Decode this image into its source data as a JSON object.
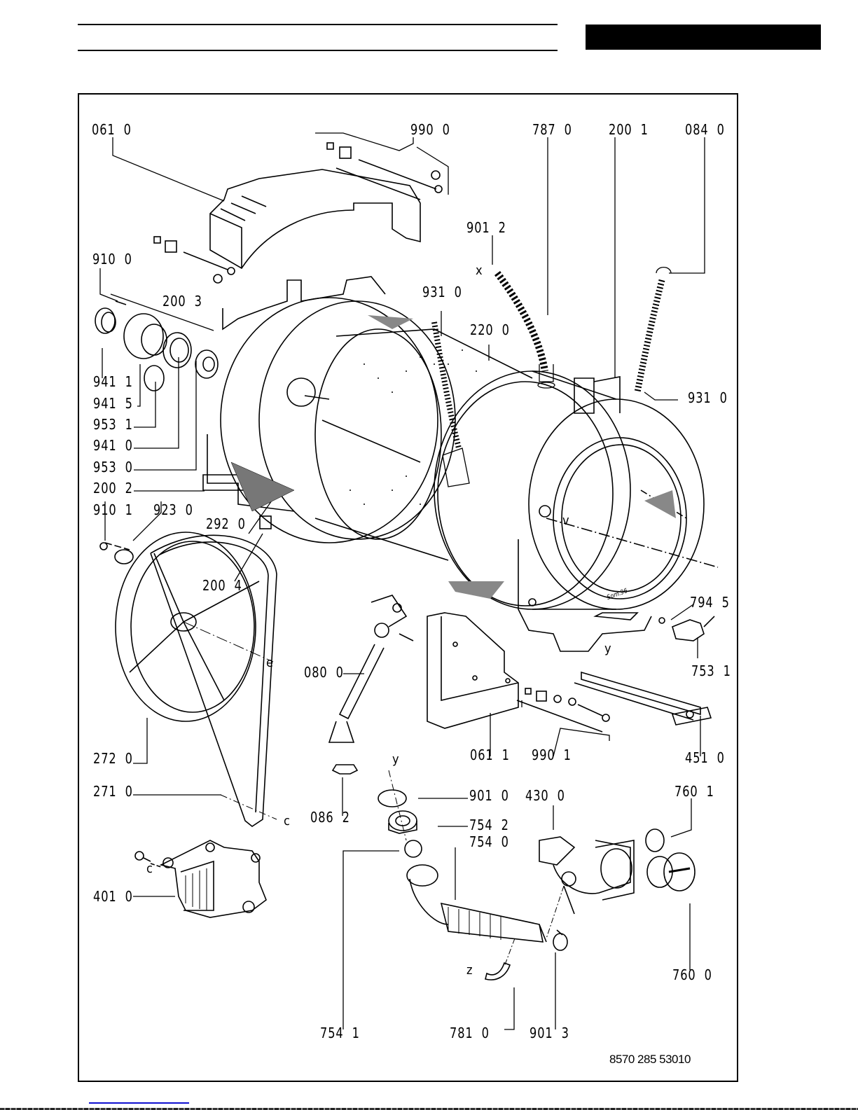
{
  "header": {
    "title_block": ""
  },
  "diagram": {
    "description": "Exploded parts diagram of washing machine tub, drum, motor and drain pump assembly",
    "part_labels": [
      {
        "id": "p0610",
        "text": "061  0"
      },
      {
        "id": "p9900",
        "text": "990  0"
      },
      {
        "id": "p7870",
        "text": "787  0"
      },
      {
        "id": "p2001",
        "text": "200  1"
      },
      {
        "id": "p0840",
        "text": "084  0"
      },
      {
        "id": "p9012",
        "text": "901  2"
      },
      {
        "id": "p9100",
        "text": "910  0"
      },
      {
        "id": "p2003",
        "text": "200  3"
      },
      {
        "id": "p9310a",
        "text": "931  0"
      },
      {
        "id": "p2200",
        "text": "220  0"
      },
      {
        "id": "p9310b",
        "text": "931  0"
      },
      {
        "id": "p9411",
        "text": "941  1"
      },
      {
        "id": "p9415",
        "text": "941  5"
      },
      {
        "id": "p9531",
        "text": "953  1"
      },
      {
        "id": "p9410",
        "text": "941  0"
      },
      {
        "id": "p9530",
        "text": "953  0"
      },
      {
        "id": "p2002",
        "text": "200  2"
      },
      {
        "id": "p9101",
        "text": "910  1"
      },
      {
        "id": "p9230",
        "text": "923  0"
      },
      {
        "id": "p2920",
        "text": "292  0"
      },
      {
        "id": "p2004",
        "text": "200  4"
      },
      {
        "id": "p7945",
        "text": "794  5"
      },
      {
        "id": "p7531",
        "text": "753  1"
      },
      {
        "id": "p0800",
        "text": "080  0"
      },
      {
        "id": "p0611",
        "text": "061  1"
      },
      {
        "id": "p9901",
        "text": "990  1"
      },
      {
        "id": "p4510",
        "text": "451  0"
      },
      {
        "id": "p2720",
        "text": "272  0"
      },
      {
        "id": "p2710",
        "text": "271  0"
      },
      {
        "id": "p0862",
        "text": "086  2"
      },
      {
        "id": "p9010",
        "text": "901  0"
      },
      {
        "id": "p4300",
        "text": "430  0"
      },
      {
        "id": "p7601",
        "text": "760  1"
      },
      {
        "id": "p7542",
        "text": "754  2"
      },
      {
        "id": "p7540",
        "text": "754  0"
      },
      {
        "id": "p4010",
        "text": "401  0"
      },
      {
        "id": "p7600",
        "text": "760  0"
      },
      {
        "id": "p7541",
        "text": "754  1"
      },
      {
        "id": "p7810",
        "text": "781  0"
      },
      {
        "id": "p9013",
        "text": "901  3"
      }
    ],
    "reference_letters": {
      "x": "x",
      "v": "v",
      "y1": "y",
      "y2": "y",
      "e": "e",
      "c1": "c",
      "c2": "c",
      "z": "z"
    },
    "stamp": "Som.96",
    "document_number": "8570 285 53010"
  }
}
